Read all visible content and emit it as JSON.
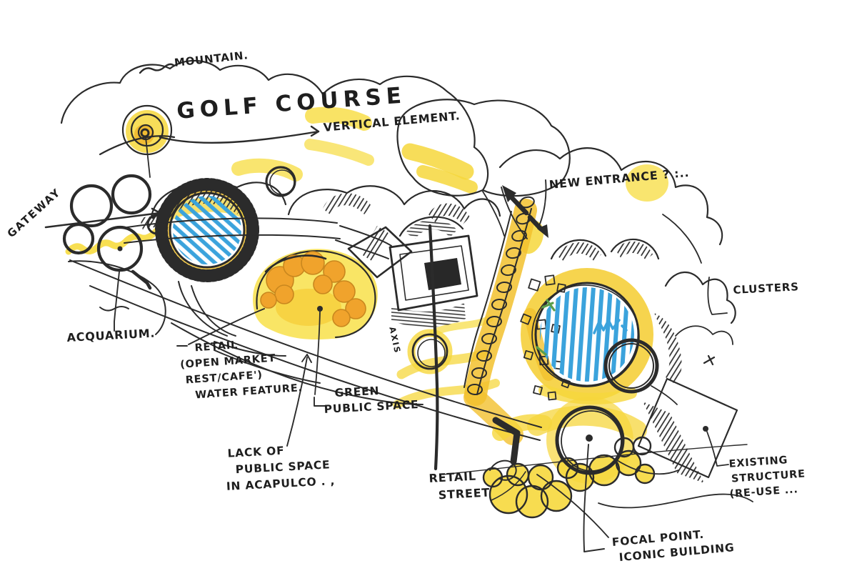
{
  "title": "Acapulco master-plan concept sketch",
  "annotations": {
    "mountain": "MOUNTAIN.",
    "golf_course": "GOLF COURSE",
    "vertical_element": "VERTICAL ELEMENT.",
    "gateway": "GATEWAY",
    "aquarium": "ACQUARIUM.",
    "retail_market": {
      "l1": "RETAIL",
      "l2": "(OPEN MARKET",
      "l3": "REST/CAFE')",
      "l4": "WATER FEATURE."
    },
    "green_public_space": {
      "l1": "GREEN",
      "l2": "PUBLIC SPACE"
    },
    "lack_of_public_space": {
      "l1": "LACK OF",
      "l2": "PUBLIC SPACE",
      "l3": "IN ACAPULCO . ,"
    },
    "retail_street": {
      "l1": "RETAIL",
      "l2": "STREET"
    },
    "new_entrance": "NEW ENTRANCE ? :..",
    "clusters": "CLUSTERS",
    "existing_structure": {
      "l1": "EXISTING",
      "l2": "STRUCTURE",
      "l3": "(RE-USE ..."
    },
    "focal_point": {
      "l1": "FOCAL POINT.",
      "l2": "ICONIC BUILDING"
    },
    "axis": "AXIS"
  },
  "colors": {
    "paper": "#FFFFFF",
    "ink": "#2B2B2B",
    "highlighter_yellow": "#F7DC3F",
    "highlighter_deep": "#F2C12E",
    "market_orange": "#F0A32C",
    "water_blue": "#3BA3DC",
    "green_accent": "#5A9E4A"
  }
}
